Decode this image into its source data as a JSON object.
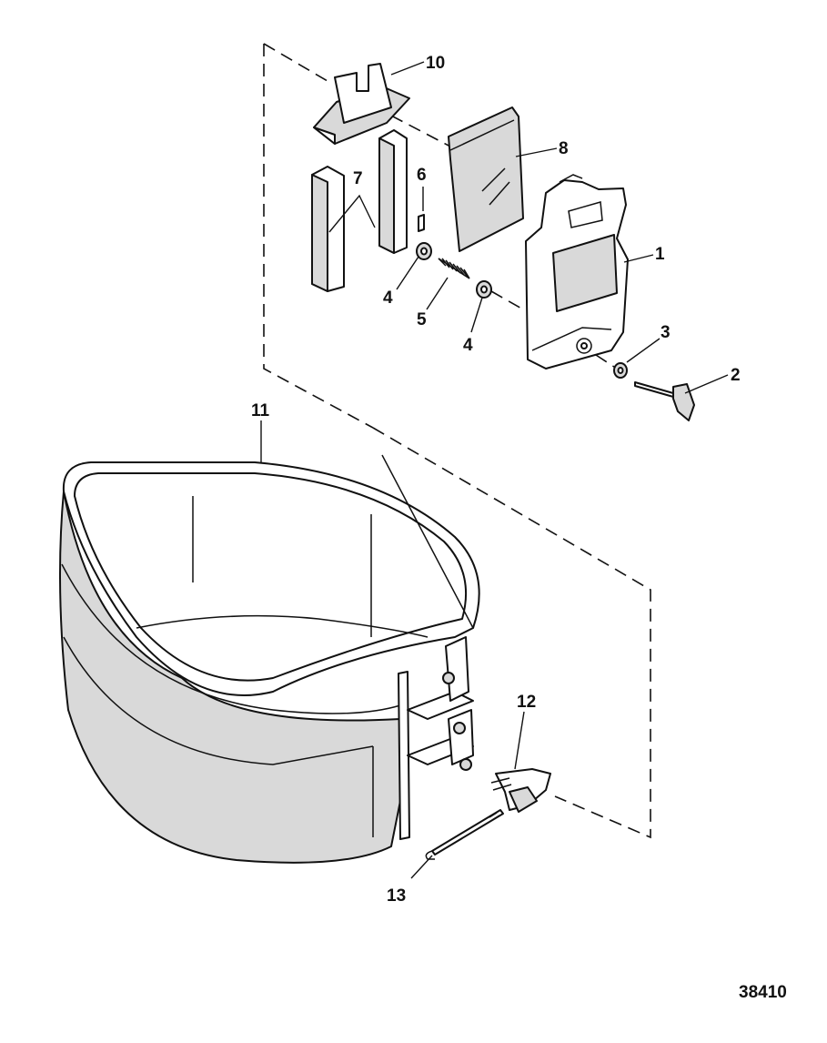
{
  "callouts": {
    "c1": "1",
    "c2": "2",
    "c3": "3",
    "c4a": "4",
    "c4b": "4",
    "c5": "5",
    "c6": "6",
    "c7": "7",
    "c8": "8",
    "c10": "10",
    "c11": "11",
    "c12": "12",
    "c13": "13"
  },
  "drawing_number": "38410"
}
